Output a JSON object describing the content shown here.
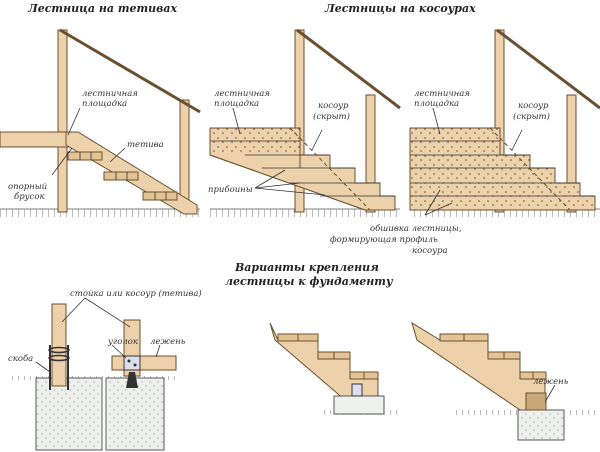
{
  "titles": {
    "stringer_stair": "Лестница на тетивах",
    "kosour_stairs": "Лестницы на косоурах",
    "foundation_line1": "Варианты крепления",
    "foundation_line2": "лестницы к фундаменту"
  },
  "labels": {
    "landing1_a": "лестничная",
    "landing1_b": "площадка",
    "tetiva": "тетива",
    "support_a": "опорный",
    "support_b": "брусок",
    "landing2_a": "лестничная",
    "landing2_b": "площадка",
    "kosour2_a": "косоур",
    "kosour2_b": "(скрыт)",
    "priboiny": "прибоины",
    "landing3_a": "лестничная",
    "landing3_b": "площадка",
    "kosour3_a": "косоур",
    "kosour3_b": "(скрыт)",
    "sheathing_a": "обшивка лестницы,",
    "sheathing_b": "формирующая профиль",
    "sheathing_c": "косоура",
    "post_or_stringer": "стойка или косоур (тетива)",
    "bracket": "скоба",
    "angle": "уголок",
    "sleeper1": "лежень",
    "sleeper2": "лежень"
  },
  "colors": {
    "wood": "#ecd1aa",
    "outline": "#6b5030",
    "concrete": "#eef0ee"
  }
}
